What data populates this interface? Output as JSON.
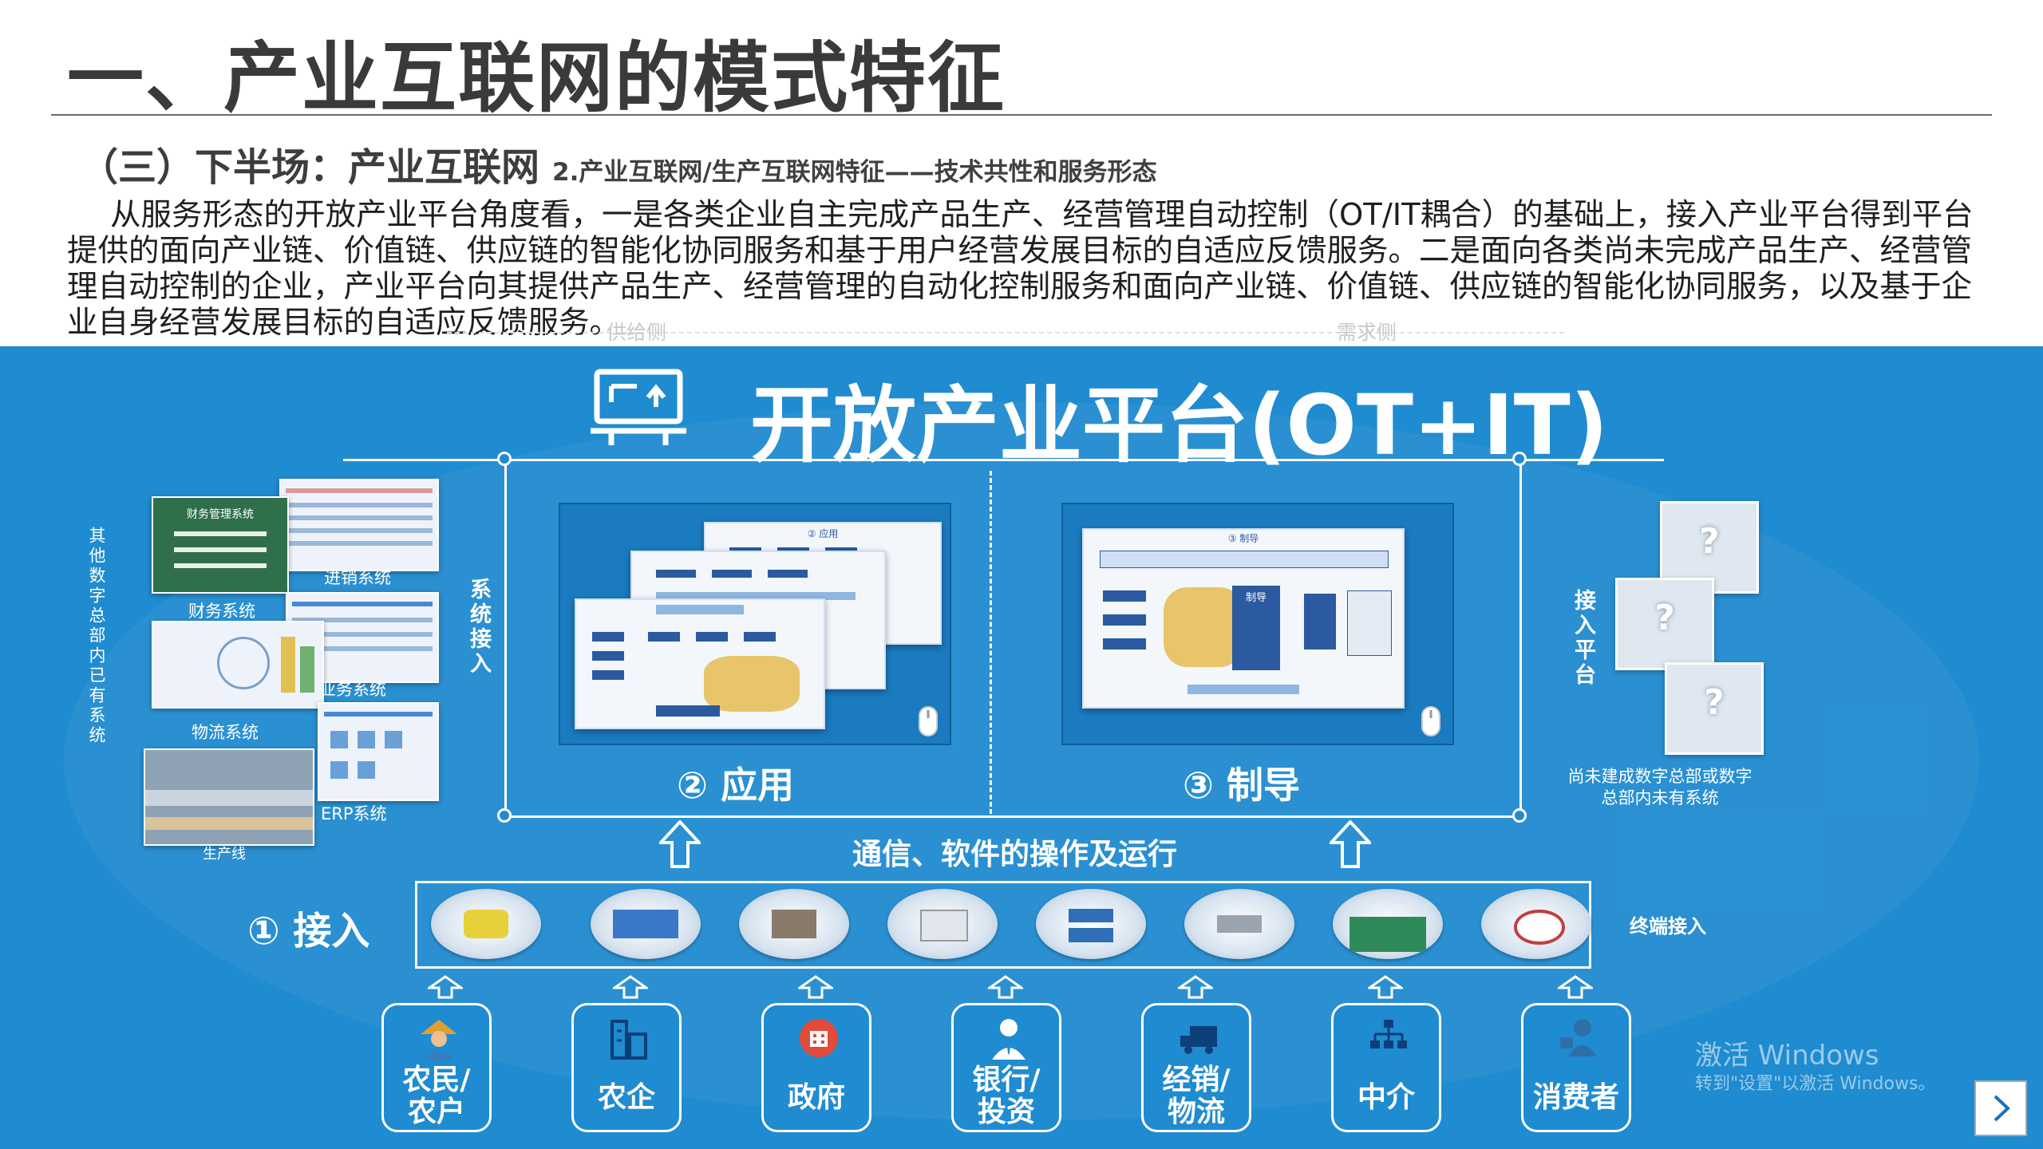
{
  "header": {
    "title": "一、产业互联网的模式特征",
    "subtitle_main": "（三）下半场：产业互联网",
    "subtitle_sub": "2.产业互联网/生产互联网特征——技术共性和服务形态",
    "paragraph": "从服务形态的开放产业平台角度看，一是各类企业自主完成产品生产、经营管理自动控制（OT/IT耦合）的基础上，接入产业平台得到平台提供的面向产业链、价值链、供应链的智能化协同服务和基于用户经营发展目标的自适应反馈服务。二是面向各类尚未完成产品生产、经营管理自动控制的企业，产业平台向其提供产品生产、经营管理的自动化控制服务和面向产业链、价值链、供应链的智能化协同服务，以及基于企业自身经营发展目标的自适应反馈服务。",
    "faint_supply": "供给侧",
    "faint_demand": "需求侧"
  },
  "diagram": {
    "platform_title": "开放产业平台(OT+IT)",
    "left_vertical": "其他数字总部内已有系统",
    "system_access_vertical": "系统接入",
    "platform_access_vertical": "接入平台",
    "systems": [
      {
        "label": "进销系统"
      },
      {
        "label": "财务系统"
      },
      {
        "label": "业务系统"
      },
      {
        "label": "物流系统"
      },
      {
        "label": "ERP系统"
      },
      {
        "label": "生产线"
      }
    ],
    "screen_title_finance": "财务管理系统",
    "app_section": "② 应用",
    "guide_section": "③ 制导",
    "app_screen_caption": "② 应用",
    "guide_screen_caption": "③ 制导",
    "guide_center": "制导",
    "unbuilt_label": "尚未建成数字总部或数字总部内未有系统",
    "comm_label": "通信、软件的操作及运行",
    "access_label": "① 接入",
    "terminal_label": "终端接入",
    "devices": [
      {
        "name": "ear-tag"
      },
      {
        "name": "machine"
      },
      {
        "name": "equipment"
      },
      {
        "name": "phone"
      },
      {
        "name": "network"
      },
      {
        "name": "camera"
      },
      {
        "name": "greenhouse"
      },
      {
        "name": "gauge"
      }
    ],
    "stakeholders": [
      {
        "label1": "农民/",
        "label2": "农户",
        "icon": "farmer-icon"
      },
      {
        "label1": "农企",
        "label2": "",
        "icon": "building-icon"
      },
      {
        "label1": "政府",
        "label2": "",
        "icon": "government-icon"
      },
      {
        "label1": "银行/",
        "label2": "投资",
        "icon": "banker-icon"
      },
      {
        "label1": "经销/",
        "label2": "物流",
        "icon": "truck-icon"
      },
      {
        "label1": "中介",
        "label2": "",
        "icon": "org-chart-icon"
      },
      {
        "label1": "消费者",
        "label2": "",
        "icon": "consumer-icon"
      }
    ]
  },
  "watermark": {
    "line1": "激活 Windows",
    "line2": "转到\"设置\"以激活 Windows。"
  },
  "colors": {
    "panel_blue": "#1f8bd0",
    "title_gray": "#3a3a3a"
  }
}
